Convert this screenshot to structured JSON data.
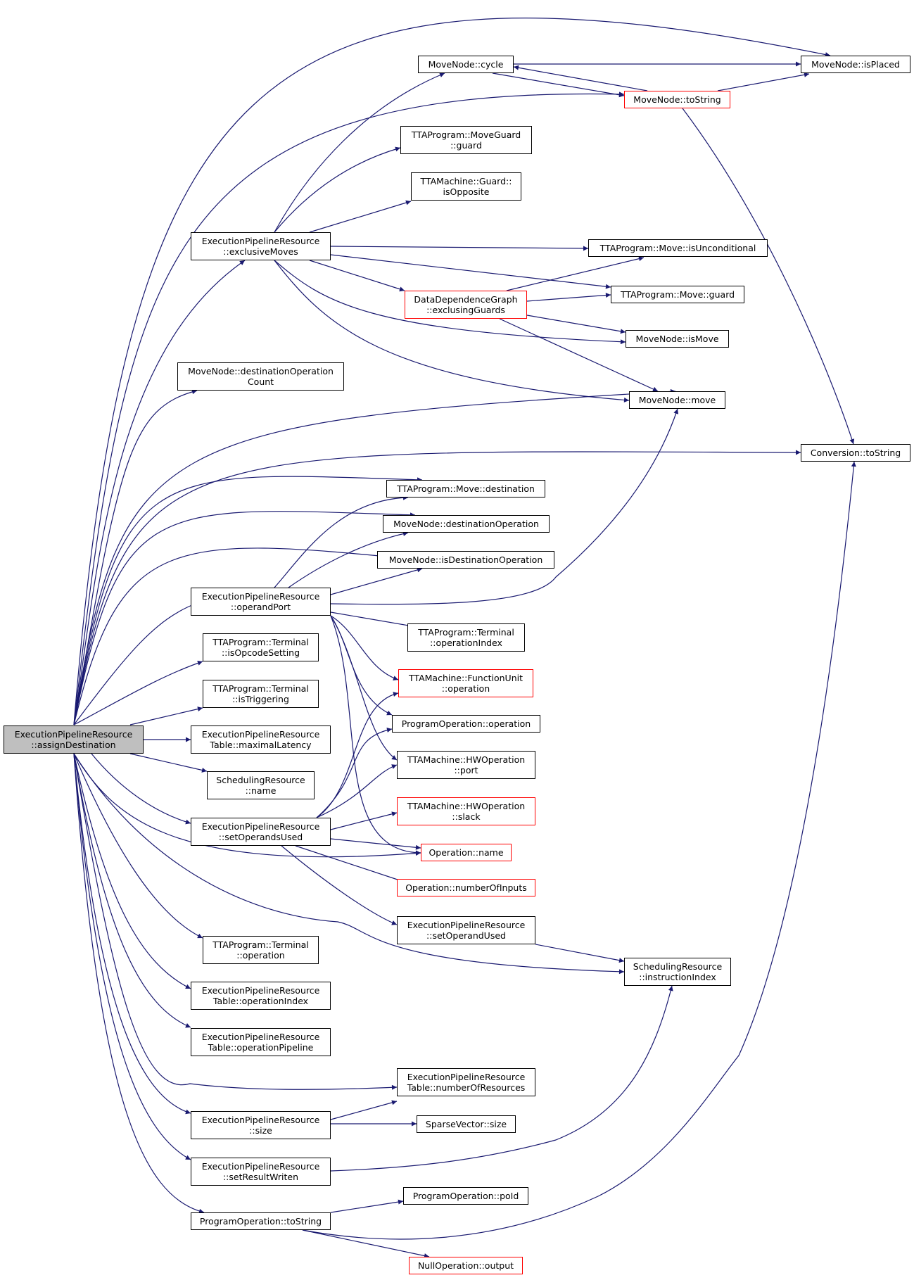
{
  "graph": {
    "edge_color": "#191970",
    "red_border": "#ff0000",
    "root_fill": "#bfbfbf",
    "nodes": {
      "root": "ExecutionPipelineResource\n::assignDestination",
      "exclusiveMoves": "ExecutionPipelineResource\n::exclusiveMoves",
      "destOpCount": "MoveNode::destinationOperation\nCount",
      "operandPort": "ExecutionPipelineResource\n::operandPort",
      "isOpcodeSetting": "TTAProgram::Terminal\n::isOpcodeSetting",
      "isTriggering": "TTAProgram::Terminal\n::isTriggering",
      "maximalLatency": "ExecutionPipelineResource\nTable::maximalLatency",
      "srName": "SchedulingResource\n::name",
      "setOperandsUsed": "ExecutionPipelineResource\n::setOperandsUsed",
      "termOperation": "TTAProgram::Terminal\n::operation",
      "operationIndex": "ExecutionPipelineResource\nTable::operationIndex",
      "operationPipeline": "ExecutionPipelineResource\nTable::operationPipeline",
      "eprSize": "ExecutionPipelineResource\n::size",
      "setResultWriten": "ExecutionPipelineResource\n::setResultWriten",
      "poToString": "ProgramOperation::toString",
      "cycle": "MoveNode::cycle",
      "moveGuard": "TTAProgram::MoveGuard\n::guard",
      "isOpposite": "TTAMachine::Guard::\nisOpposite",
      "exclusingGuards": "DataDependenceGraph\n::exclusingGuards",
      "moveDestination": "TTAProgram::Move::destination",
      "mnDestOp": "MoveNode::destinationOperation",
      "isDestOp": "MoveNode::isDestinationOperation",
      "termOpIndex": "TTAProgram::Terminal\n::operationIndex",
      "fuOperation": "TTAMachine::FunctionUnit\n::operation",
      "poOperation": "ProgramOperation::operation",
      "hwPort": "TTAMachine::HWOperation\n::port",
      "hwSlack": "TTAMachine::HWOperation\n::slack",
      "opName": "Operation::name",
      "numInputs": "Operation::numberOfInputs",
      "setOperandUsed": "ExecutionPipelineResource\n::setOperandUsed",
      "numResources": "ExecutionPipelineResource\nTable::numberOfResources",
      "svSize": "SparseVector::size",
      "poId": "ProgramOperation::poId",
      "nullOutput": "NullOperation::output",
      "isPlaced": "MoveNode::isPlaced",
      "mnToString": "MoveNode::toString",
      "isUnconditional": "TTAProgram::Move::isUnconditional",
      "moveGuard2": "TTAProgram::Move::guard",
      "isMove": "MoveNode::isMove",
      "mnMove": "MoveNode::move",
      "convToString": "Conversion::toString",
      "instrIndex": "SchedulingResource\n::instructionIndex"
    }
  }
}
